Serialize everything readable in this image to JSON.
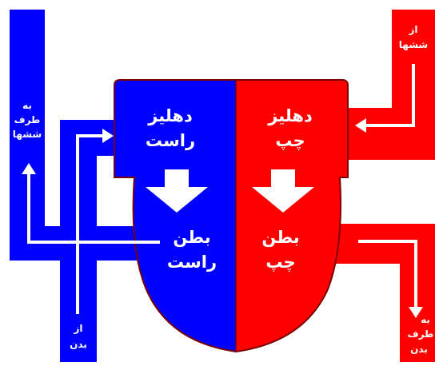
{
  "colors": {
    "right_side": "#0000ff",
    "left_side": "#ff0000",
    "outline": "#7a0000",
    "arrow": "#ffffff",
    "background": "#ffffff"
  },
  "chambers": {
    "right_atrium": {
      "line1": "دهلیز",
      "line2": "راست"
    },
    "left_atrium": {
      "line1": "دهلیز",
      "line2": "چپ"
    },
    "right_ventricle": {
      "line1": "بطن",
      "line2": "راست"
    },
    "left_ventricle": {
      "line1": "بطن",
      "line2": "چپ"
    }
  },
  "vessels": {
    "to_lungs": {
      "line1": "به",
      "line2": "طرف",
      "line3": "ششها"
    },
    "from_lungs": {
      "line1": "از",
      "line2": "ششها"
    },
    "from_body": {
      "line1": "از",
      "line2": "بدن"
    },
    "to_body": {
      "line1": "به",
      "line2": "طرف",
      "line3": "بدن"
    }
  }
}
